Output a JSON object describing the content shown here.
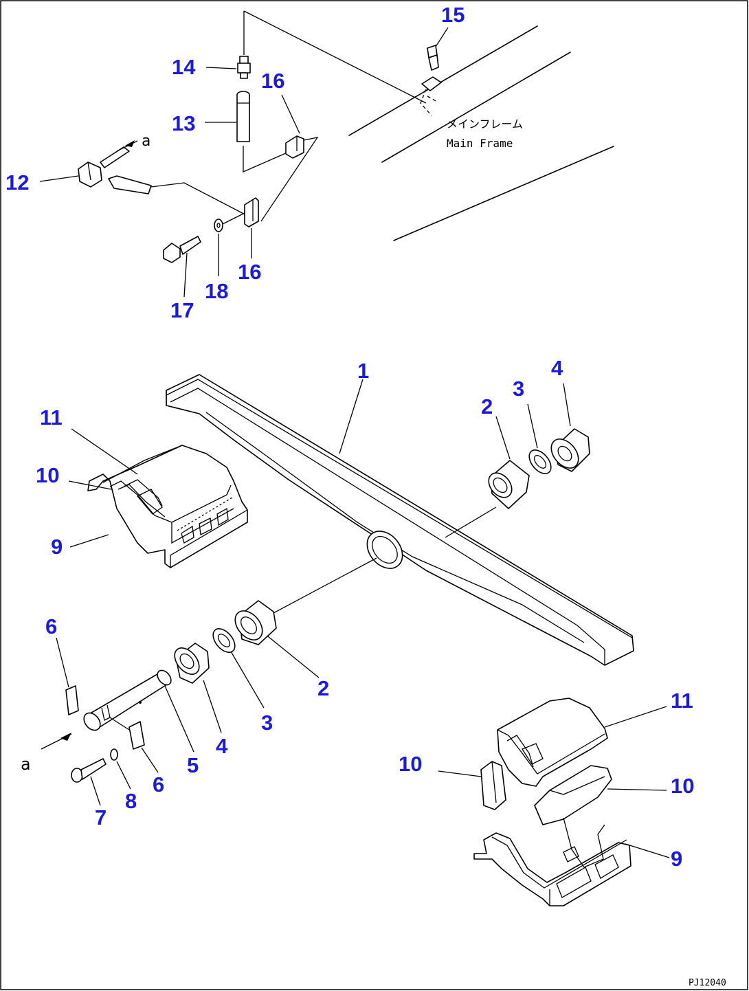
{
  "labels": {
    "l1": "1",
    "l2a": "2",
    "l2b": "2",
    "l3a": "3",
    "l3b": "3",
    "l4a": "4",
    "l4b": "4",
    "l5": "5",
    "l6a": "6",
    "l6b": "6",
    "l7": "7",
    "l8": "8",
    "l9a": "9",
    "l9b": "9",
    "l10a": "10",
    "l10b": "10",
    "l10c": "10",
    "l11a": "11",
    "l11b": "11",
    "l12": "12",
    "l13": "13",
    "l14": "14",
    "l15": "15",
    "l16a": "16",
    "l16b": "16",
    "l17": "17",
    "l18": "18"
  },
  "annotations": {
    "main_frame_jp": "メインフレーム",
    "main_frame_en": "Main Frame",
    "ref_a_top": "a",
    "ref_a_bottom": "a",
    "drawing_code": "PJ12040"
  }
}
